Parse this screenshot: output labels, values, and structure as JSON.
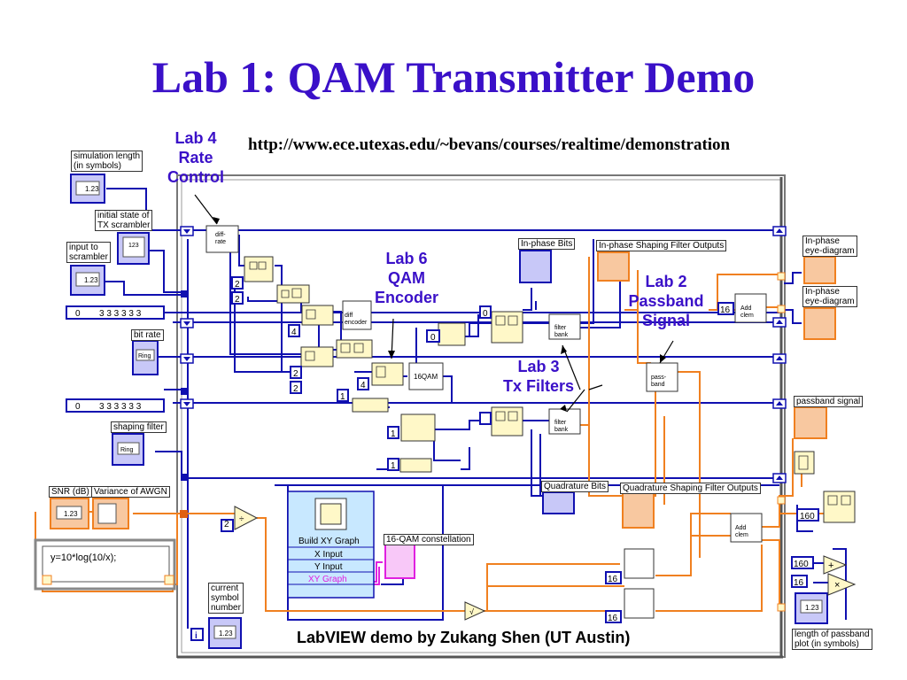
{
  "title": "Lab 1: QAM Transmitter Demo",
  "url": "http://www.ece.utexas.edu/~bevans/courses/realtime/demonstration",
  "credit": "LabVIEW demo by Zukang Shen (UT Austin)",
  "callouts": {
    "lab4": "Lab 4\nRate\nControl",
    "lab6": "Lab 6\nQAM\nEncoder",
    "lab2": "Lab 2\nPassband\nSignal",
    "lab3": "Lab 3\nTx Filters"
  },
  "labels": {
    "sim_length": "simulation length\n(in symbols)",
    "init_state": "initial state of\nTX scrambler",
    "input_scrambler": "input to\nscrambler",
    "bit_rate": "bit rate",
    "shaping_filter": "shaping filter",
    "snr": "SNR (dB)",
    "variance": "Variance of AWGN",
    "current_symbol": "current\nsymbol\nnumber",
    "inphase_bits": "In-phase Bits",
    "inphase_shaping": "In-phase Shaping Filter Outputs",
    "inphase_eye1": "In-phase\neye-diagram",
    "inphase_eye2": "In-phase\neye-diagram",
    "passband_signal": "passband signal",
    "quad_bits": "Quadrature Bits",
    "quad_shaping": "Quadrature Shaping Filter Outputs",
    "qam_const": "16-QAM constellation",
    "length_passband": "length of passband\nplot (in symbols)"
  },
  "blocks": {
    "diff_rate": "diff-\nrate",
    "diff_encoder": "diff\nencoder",
    "qam16": "16QAM",
    "filter_bank1": "filter\nbank",
    "filter_bank2": "filter\nbank",
    "passband": "pass-\nband",
    "add_clem1": "Add\nclem",
    "add_clem2": "Add\nclem",
    "build_xy": "Build XY Graph",
    "x_input": "X Input",
    "y_input": "Y Input",
    "xy_graph": "XY Graph",
    "formula": "y=10*log(10/x);"
  },
  "constants": {
    "c0a": "0",
    "c0b": "0",
    "c0c": "0",
    "c0d": "0",
    "c2a": "2",
    "c2b": "2",
    "c2c": "2",
    "c2d": "2",
    "c4a": "4",
    "c4b": "4",
    "c1a": "1",
    "c1b": "1",
    "c1c": "1",
    "c16a": "16",
    "c16b": "16",
    "c16c": "16",
    "c16d": "16",
    "c160a": "160",
    "c160b": "160",
    "arr1": "3 3 3 3 3 3",
    "arr2": "3 3 3 3 3 3",
    "i": "i"
  },
  "colors": {
    "accent": "#3a10c8",
    "wire_blue": "#1010b0",
    "wire_orange": "#f08020",
    "wire_pink": "#e020e0",
    "block_yellow": "#fff8c8",
    "xy_panel": "#c8e8ff"
  }
}
